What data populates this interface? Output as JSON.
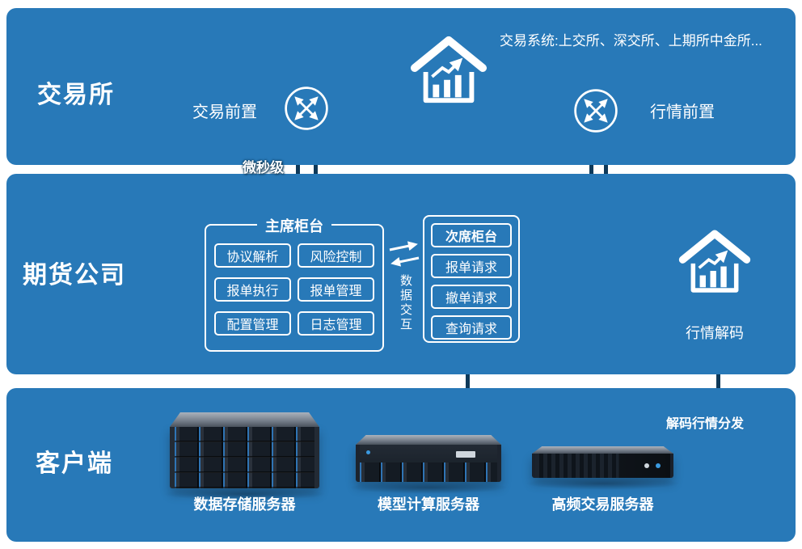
{
  "colors": {
    "band_blue": "#2879b8",
    "connector_dark": "#0f3a5a",
    "text_white": "#ffffff"
  },
  "exchange_band": {
    "title": "交易所",
    "trade_front_label": "交易前置",
    "market_front_label": "行情前置",
    "systems_note": "交易系统:上交所、深交所、上期所中金所...",
    "latency_note": "微秒级"
  },
  "futures_band": {
    "title": "期货公司",
    "main_counter": {
      "title": "主席柜台",
      "modules": [
        "协议解析",
        "风险控制",
        "报单执行",
        "报单管理",
        "配置管理",
        "日志管理"
      ]
    },
    "data_exchange_label": "数据交互",
    "secondary_counter": {
      "title": "次席柜台",
      "requests": [
        "报单请求",
        "撤单请求",
        "查询请求"
      ]
    },
    "market_decode_label": "行情解码"
  },
  "client_band": {
    "title": "客户端",
    "distribution_note": "解码行情分发",
    "servers": [
      "数据存储服务器",
      "模型计算服务器",
      "高频交易服务器"
    ]
  },
  "icons": {
    "router": "router-icon",
    "exchange_building": "exchange-building-icon",
    "swap_arrows": "swap-arrows-icon"
  }
}
